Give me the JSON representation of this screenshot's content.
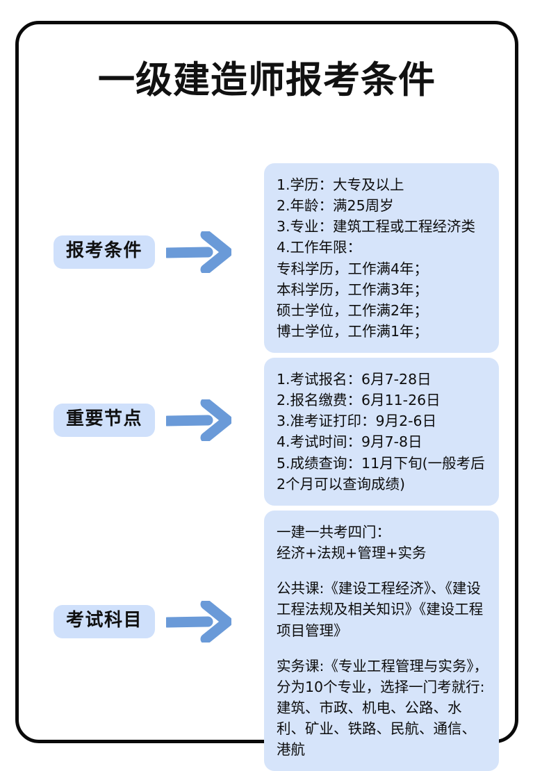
{
  "page": {
    "title": "一级建造师报考条件",
    "frame_border_color": "#0a0a0a",
    "panel_bg_color": "#d6e4fa",
    "pill_bg_color": "#cfe0fb",
    "arrow_color": "#6a9ad8",
    "background_color": "#ffffff"
  },
  "sections": [
    {
      "label": "报考条件",
      "arrow_icon": "right-arrow-icon",
      "lines": [
        "1.学历：大专及以上",
        "2.年龄：满25周岁",
        "3.专业：建筑工程或工程经济类",
        "4.工作年限：",
        "专科学历，工作满4年；",
        "本科学历，工作满3年；",
        "硕士学位，工作满2年；",
        "博士学位，工作满1年；"
      ]
    },
    {
      "label": "重要节点",
      "arrow_icon": "right-arrow-icon",
      "lines": [
        "1.考试报名：6月7-28日",
        "2.报名缴费：6月11-26日",
        "3.准考证打印：9月2-6日",
        "4.考试时间：9月7-8日",
        "5.成绩查询：11月下旬(一般考后2个月可以查询成绩)"
      ]
    },
    {
      "label": "考试科目",
      "arrow_icon": "right-arrow-icon",
      "groups": [
        {
          "lines": [
            "一建一共考四门：",
            "经济+法规+管理+实务"
          ]
        },
        {
          "lines": [
            "公共课:《建设工程经济》、《建设工程法规及相关知识》《建设工程项目管理》"
          ]
        },
        {
          "lines": [
            "实务课:《专业工程管理与实务》，分为10个专业，选择一门考就行:建筑、市政、机电、公路、水利、矿业、铁路、民航、通信、港航"
          ]
        }
      ]
    }
  ]
}
